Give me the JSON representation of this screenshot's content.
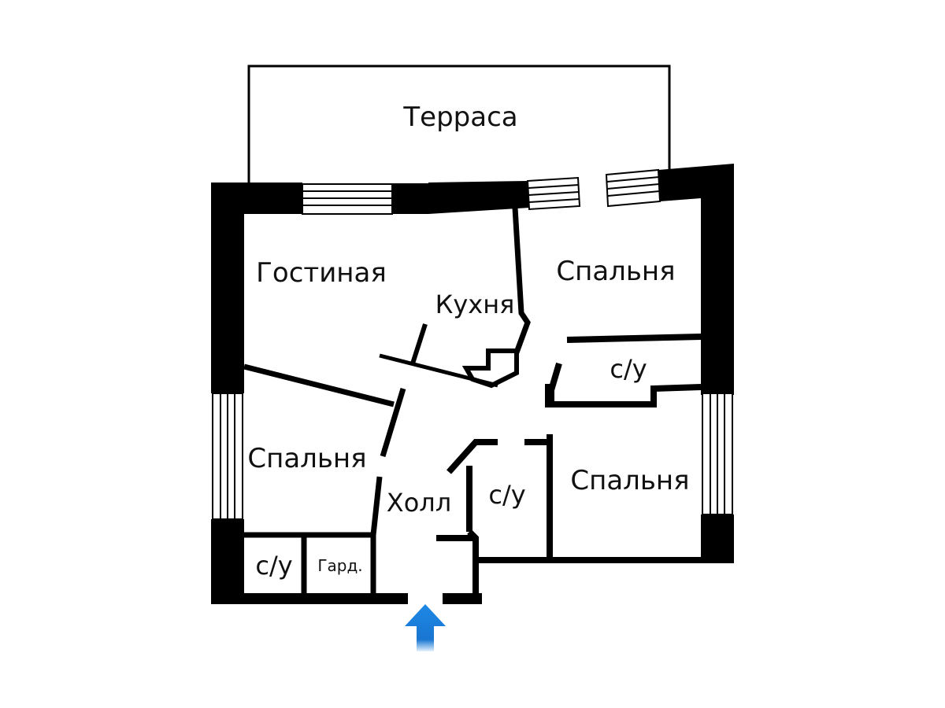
{
  "plan": {
    "rooms": {
      "terrace": "Терраса",
      "living": "Гостиная",
      "kitchen": "Кухня",
      "bedroom_ne": "Спальня",
      "bath_ne": "с/у",
      "bedroom_w": "Спальня",
      "hall": "Холл",
      "bath_center": "с/у",
      "bedroom_se": "Спальня",
      "bath_sw": "с/у",
      "wardrobe": "Гард."
    },
    "entrance_icon": "up-arrow-icon",
    "colors": {
      "walls": "#000000",
      "background": "#ffffff",
      "entrance_arrow": "#1e88e5"
    }
  }
}
